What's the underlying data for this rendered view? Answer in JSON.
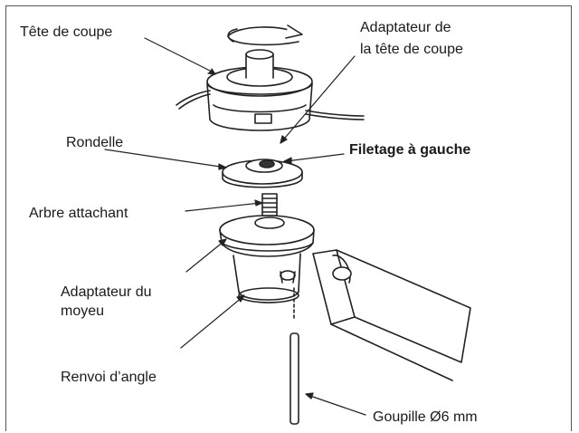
{
  "labels": {
    "tete_de_coupe": "Tête de coupe",
    "adaptateur_tete_1": "Adaptateur de",
    "adaptateur_tete_2": "la tête de coupe",
    "rondelle": "Rondelle",
    "filetage": "Filetage à gauche",
    "arbre": "Arbre attachant",
    "adaptateur_moyeu_1": "Adaptateur du",
    "adaptateur_moyeu_2": "moyeu",
    "renvoi": "Renvoi d’angle",
    "goupille": "Goupille Ø6 mm"
  }
}
